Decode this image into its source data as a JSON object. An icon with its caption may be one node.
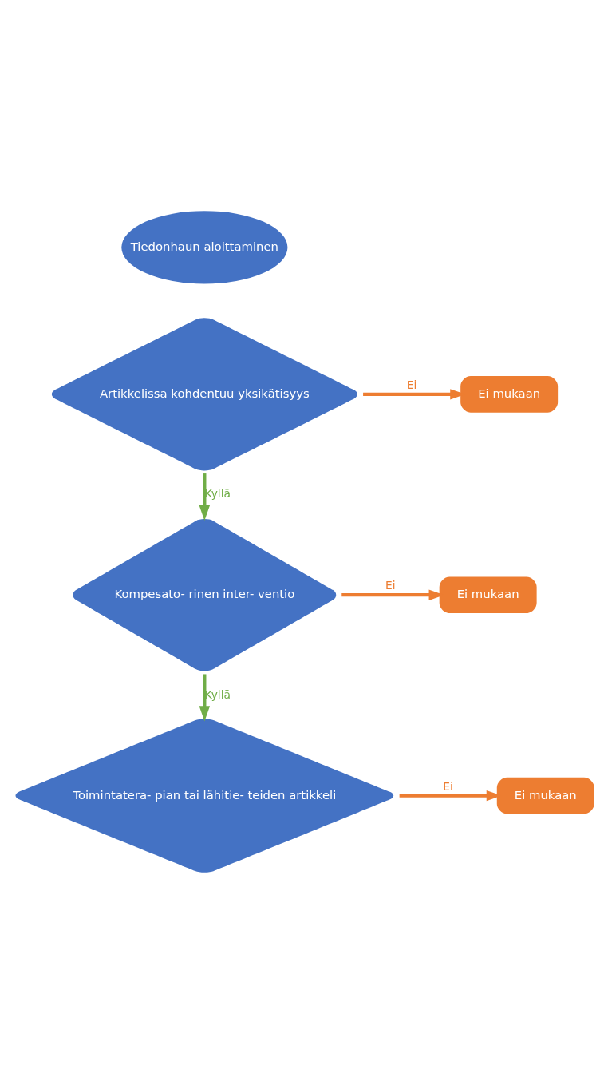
{
  "diagram": {
    "nodes": [
      {
        "text": [
          "Tiedonhaun aloittaminen"
        ]
      },
      {
        "text": [
          "Artikkelissa kohdentuu yksikätisyys"
        ]
      },
      {
        "text": [
          "Ei mukaan"
        ]
      },
      {
        "text": [
          "Kompesato- rinen inter- ventio"
        ]
      },
      {
        "text": [
          "Ei mukaan"
        ]
      },
      {
        "text": [
          "Toimintatera- pian tai lähitie- teiden artikkeli"
        ]
      },
      {
        "text": [
          "Ei mukaan"
        ]
      }
    ],
    "edges": [
      {
        "from": 1,
        "to": 2,
        "arrow": "to",
        "label": "Ei"
      },
      {
        "from": 1,
        "to": 3,
        "arrow": "to",
        "label": "Kyllä",
        "color": "#70ad47"
      },
      {
        "from": 3,
        "to": 4,
        "arrow": "to",
        "label": "Ei"
      },
      {
        "from": 3,
        "to": 5,
        "arrow": "to",
        "label": "Kyllä",
        "color": "#70ad47"
      },
      {
        "from": 5,
        "to": 6,
        "arrow": "to",
        "label": "Ei"
      }
    ]
  }
}
